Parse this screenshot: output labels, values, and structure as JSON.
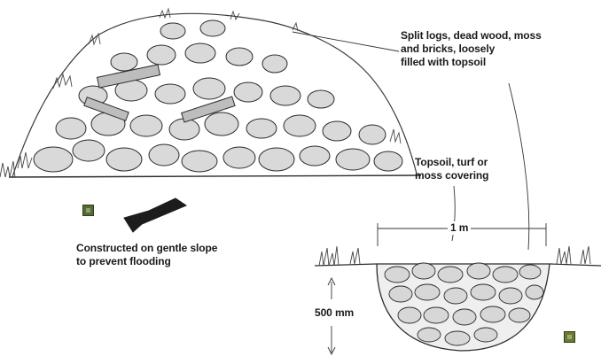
{
  "labels": {
    "mound_materials": [
      "Split logs, dead wood, moss",
      "and bricks, loosely",
      "filled with topsoil"
    ],
    "covering": [
      "Topsoil, turf or",
      "moss covering"
    ],
    "slope": [
      "Constructed on gentle slope",
      "to prevent flooding"
    ],
    "width": "1 m",
    "depth": "500 mm"
  },
  "markers": {
    "a_color": "#556b2f",
    "b_color": "#6b7a2e"
  },
  "colors": {
    "ink": "#1a1a1a",
    "arrow": "#1c1c1c"
  }
}
